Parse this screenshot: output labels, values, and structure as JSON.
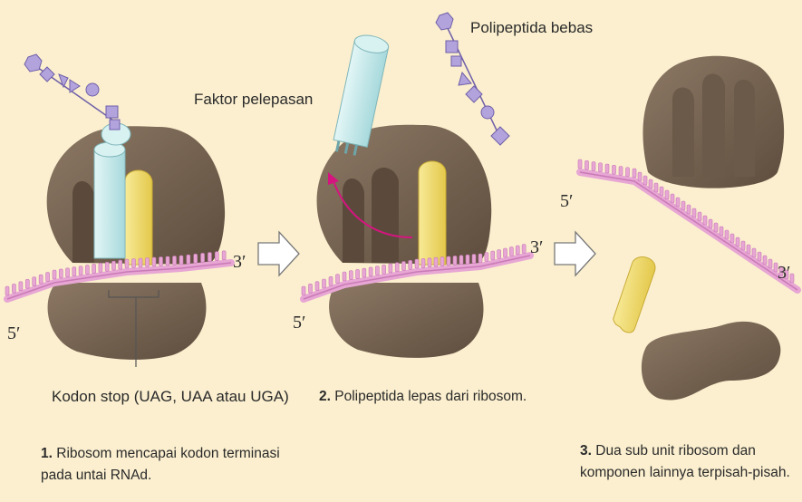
{
  "labels": {
    "released_polypeptide": "Polipeptida bebas",
    "release_factor": "Faktor pelepasan",
    "stop_codon": "Kodon stop (UAG, UAA atau UGA)",
    "five_prime": "5′",
    "three_prime": "3′"
  },
  "steps": [
    {
      "number": "1.",
      "lines": [
        "Ribosom mencapai kodon terminasi",
        "pada untai RNAd."
      ]
    },
    {
      "number": "2.",
      "lines": [
        "Polipeptida lepas dari ribosom."
      ]
    },
    {
      "number": "3.",
      "lines": [
        "Dua sub unit ribosom dan",
        "komponen lainnya terpisah-pisah."
      ]
    }
  ],
  "colors": {
    "background": "#fbefcf",
    "ribosom": "#7e6a58",
    "ribosom_dark": "#5b4a3c",
    "mrna": "#e7a6d4",
    "mrna_edge": "#c97ab5",
    "trna": "#bfe6e8",
    "release_factor": "#f1dc6a",
    "amino_acid": "#b3a3dd",
    "arrow": "#d5157f"
  },
  "icons": [
    "right-arrow-icon",
    "curved-arrow-icon"
  ]
}
